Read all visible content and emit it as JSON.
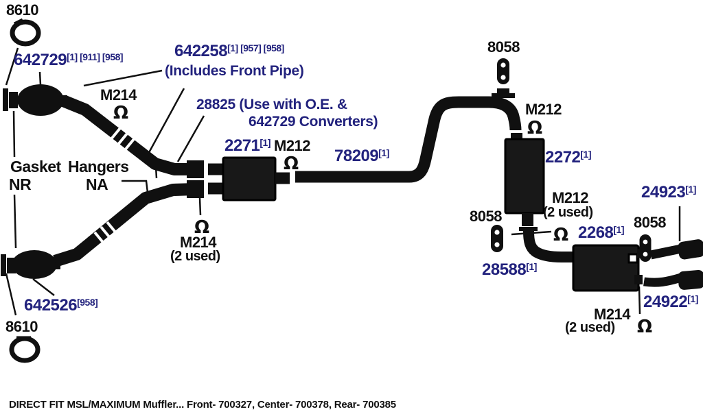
{
  "palette": {
    "label_navy": "#22227d",
    "label_black": "#101010",
    "artwork_black": "#101010",
    "background": "#ffffff"
  },
  "icons": {
    "hanger_glyph": "Ω"
  },
  "diagram": {
    "front_section": {
      "clamp_top_label": "8610",
      "converter_top": {
        "num": "642729",
        "sup": "[1] [911] [958]"
      },
      "hanger_top_label": "M214",
      "front_pipe": {
        "num": "642258",
        "sup": "[1] [957] [958]",
        "note": "(Includes Front Pipe)"
      },
      "intermediate_pipe_note": {
        "line1": "28825 (Use with O.E. &",
        "line2": "642729 Converters)"
      },
      "gasket_note": {
        "title1": "Gasket",
        "title2": "Hangers",
        "value1": "NR",
        "value2": "NA"
      },
      "hanger_center": {
        "id": "M214",
        "qty": "(2 used)"
      },
      "converter_bottom": {
        "num": "642526",
        "sup": "[958]"
      },
      "clamp_bottom_label": "8610"
    },
    "center_section": {
      "muffler": {
        "num": "2271",
        "sup": "[1]"
      },
      "hanger_label": "M212",
      "pipe": {
        "num": "78209",
        "sup": "[1]"
      }
    },
    "rear_section": {
      "gasket_top_label": "8058",
      "hanger_arch_label": "M212",
      "resonator": {
        "num": "2272",
        "sup": "[1]"
      },
      "gasket_mid_label": "8058",
      "hanger_mid": {
        "id": "M212",
        "qty": "(2 used)"
      },
      "elbow_pipe": {
        "num": "28588",
        "sup": "[1]"
      },
      "muffler": {
        "num": "2268",
        "sup": "[1]"
      },
      "tailpipe_upper": {
        "num": "24923",
        "sup": "[1]"
      },
      "gasket_right_label": "8058",
      "tailpipe_lower": {
        "num": "24922",
        "sup": "[1]"
      },
      "hanger_rear": {
        "id": "M214",
        "qty": "(2 used)"
      }
    }
  },
  "caption": "DIRECT FIT MSL/MAXIMUM Muffler... Front- 700327, Center- 700378, Rear- 700385"
}
